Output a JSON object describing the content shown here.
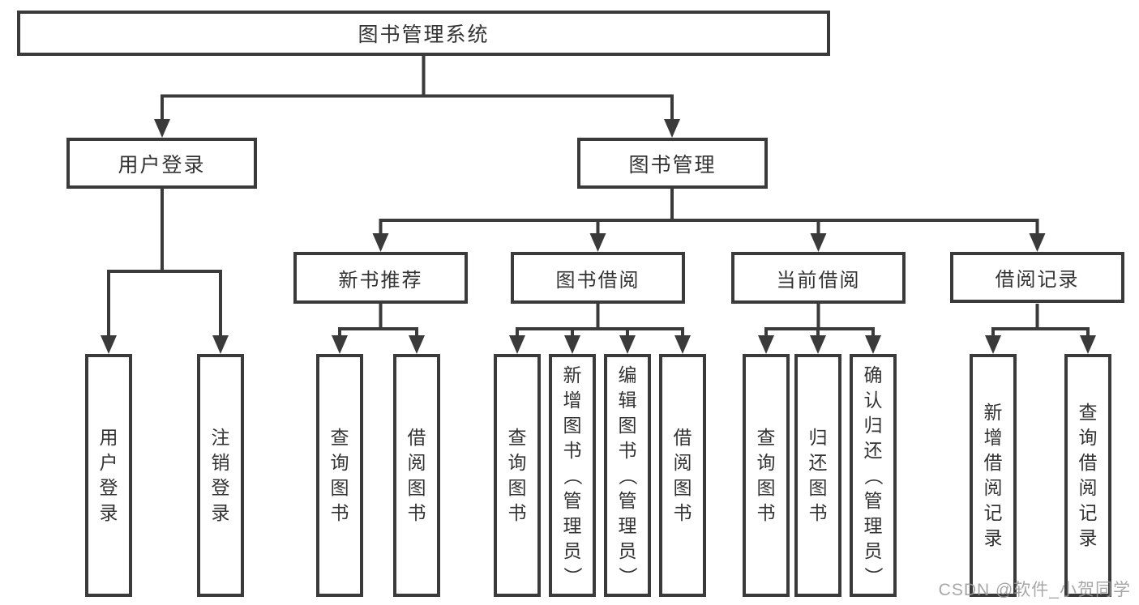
{
  "tree": {
    "label": "图书管理系统",
    "children": [
      {
        "label": "用户登录",
        "children": [
          {
            "label": "用户登录"
          },
          {
            "label": "注销登录"
          }
        ]
      },
      {
        "label": "图书管理",
        "children": [
          {
            "label": "新书推荐",
            "children": [
              {
                "label": "查询图书"
              },
              {
                "label": "借阅图书"
              }
            ]
          },
          {
            "label": "图书借阅",
            "children": [
              {
                "label": "查询图书"
              },
              {
                "label": "新增图书（管理员）"
              },
              {
                "label": "编辑图书（管理员）"
              },
              {
                "label": "借阅图书"
              }
            ]
          },
          {
            "label": "当前借阅",
            "children": [
              {
                "label": "查询图书"
              },
              {
                "label": "归还图书"
              },
              {
                "label": "确认归还（管理员）"
              }
            ]
          },
          {
            "label": "借阅记录",
            "children": [
              {
                "label": "新增借阅记录"
              },
              {
                "label": "查询借阅记录"
              }
            ]
          }
        ]
      }
    ]
  },
  "watermark": "CSDN @软件_小贺同学",
  "colors": {
    "line": "#3a3a3a",
    "text": "#333333",
    "watermark": "#9b9b9b",
    "background": "#ffffff"
  }
}
